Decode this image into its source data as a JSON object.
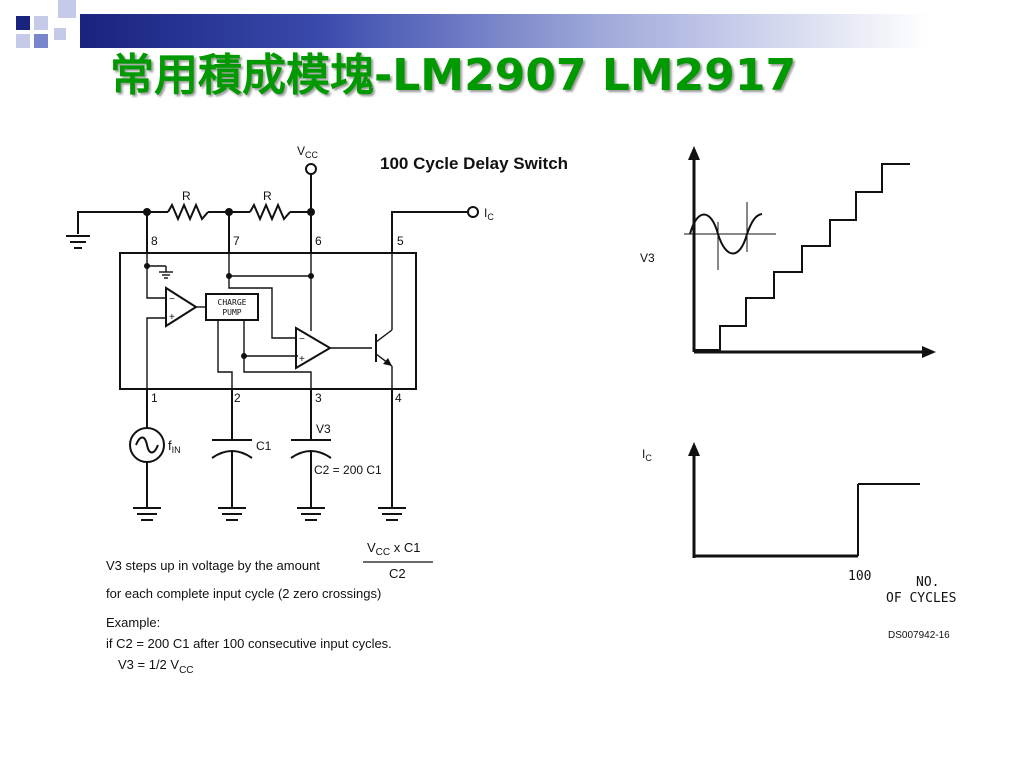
{
  "slide": {
    "title": "常用積成模塊-LM2907 LM2917",
    "accent_color": "#009900",
    "band_color": "#1a237e"
  },
  "circuit": {
    "heading": "100 Cycle Delay Switch",
    "vcc_label": "V",
    "vcc_sub": "CC",
    "ic_label": "I",
    "ic_sub": "C",
    "resistor_labels": [
      "R",
      "R"
    ],
    "pins_top": [
      "8",
      "7",
      "6",
      "5"
    ],
    "pins_bottom": [
      "1",
      "2",
      "3",
      "4"
    ],
    "charge_pump_lines": [
      "CHARGE",
      "PUMP"
    ],
    "fin_label": "f",
    "fin_sub": "IN",
    "c1_label": "C1",
    "v3_label": "V3",
    "c2_label": "C2 = 200 C1"
  },
  "notes": {
    "line1": "V3 steps up in voltage by the amount",
    "frac_num_main": "V",
    "frac_num_sub": "CC",
    "frac_num_tail": " x C1",
    "frac_den": "C2",
    "line2": "for each complete input cycle (2 zero crossings)",
    "example_heading": "Example:",
    "example_line1": "if C2 = 200 C1 after 100 consecutive input cycles.",
    "example_line2_main": "V3 = 1/2 V",
    "example_line2_sub": "CC"
  },
  "waveforms": {
    "v3_axis_label": "V3",
    "ic_axis_label_main": "I",
    "ic_axis_label_sub": "C",
    "x_tick_label": "100",
    "x_axis_label_lines": [
      "NO.",
      "OF CYCLES"
    ],
    "datasheet_ref": "DS007942-16"
  }
}
